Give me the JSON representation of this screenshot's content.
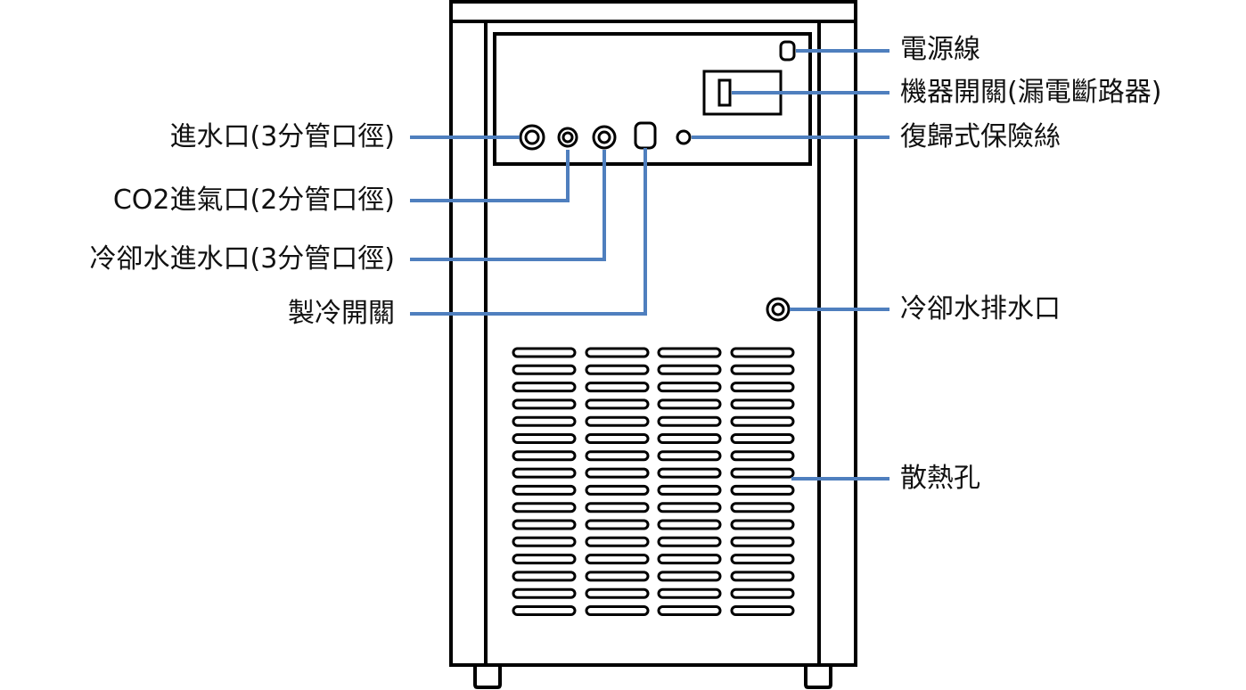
{
  "colors": {
    "leader_line": "#4f7fbe",
    "outline": "#000000",
    "background": "#ffffff",
    "text": "#111111"
  },
  "labels_left": {
    "water_inlet": "進水口(3分管口徑)",
    "co2_inlet": "CO2進氣口(2分管口徑)",
    "cooling_water_inlet": "冷卻水進水口(3分管口徑)",
    "refrigeration_switch": "製冷開關"
  },
  "labels_right": {
    "power_cord": "電源線",
    "machine_switch": "機器開關(漏電斷路器)",
    "resettable_fuse": "復歸式保險絲",
    "cooling_water_drain": "冷卻水排水口",
    "vent_holes": "散熱孔"
  }
}
